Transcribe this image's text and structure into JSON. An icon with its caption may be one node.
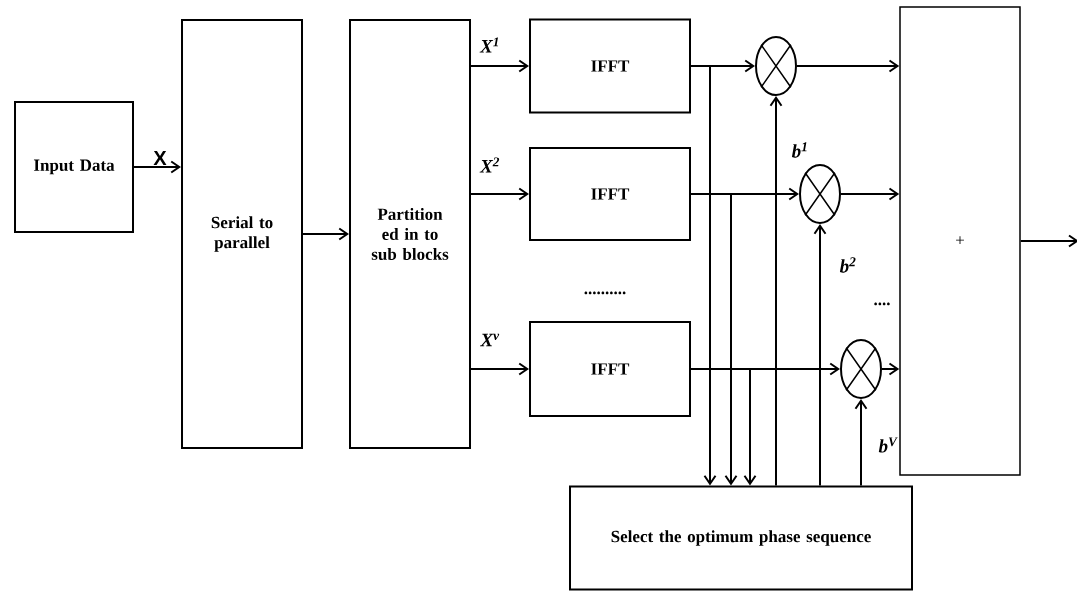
{
  "diagram": {
    "nodes": [
      {
        "text": [
          "Input Data"
        ]
      },
      {
        "text": [
          "Serial to parallel"
        ]
      },
      {
        "text": [
          "Partition ed in to sub blocks"
        ]
      },
      {
        "text": [
          "IFFT"
        ]
      },
      {
        "text": [
          "IFFT"
        ]
      },
      {
        "text": [
          "IFFT"
        ]
      },
      {
        "text": [],
        "shape": "circle"
      },
      {
        "text": [],
        "shape": "circle"
      },
      {
        "text": [],
        "shape": "circle"
      },
      {
        "text": [
          "+"
        ]
      },
      {
        "text": [
          "Select the optimum phase sequence"
        ]
      }
    ],
    "edges": [
      {
        "from": 0,
        "to": 1,
        "arrow": "to",
        "label": "X"
      },
      {
        "from": 1,
        "to": 2,
        "arrow": "to"
      },
      {
        "from": 2,
        "to": 3,
        "arrow": "to",
        "label": "X$^{1}$"
      },
      {
        "from": 2,
        "to": 4,
        "arrow": "to",
        "label": "X$^{2}$"
      },
      {
        "from": 2,
        "to": 5,
        "arrow": "to",
        "label": "X$^{v}$"
      },
      {
        "from": 3,
        "to": 6,
        "arrow": "to"
      },
      {
        "from": 4,
        "to": 7,
        "arrow": "to"
      },
      {
        "from": 5,
        "to": 8,
        "arrow": "to"
      },
      {
        "from": 6,
        "to": 9,
        "arrow": "to"
      },
      {
        "from": 7,
        "to": 9,
        "arrow": "to"
      },
      {
        "from": 8,
        "to": 9,
        "arrow": "to"
      },
      {
        "from": 9,
        "to": null,
        "arrow": "to"
      },
      {
        "from": 3,
        "to": 10,
        "arrow": "to"
      },
      {
        "from": 4,
        "to": 10,
        "arrow": "to"
      },
      {
        "from": 5,
        "to": 10,
        "arrow": "to"
      },
      {
        "from": 10,
        "to": 6,
        "arrow": "to",
        "label": "b$^{1}$"
      },
      {
        "from": 10,
        "to": 7,
        "arrow": "to",
        "label": "b$^{2}$"
      },
      {
        "from": 10,
        "to": 8,
        "arrow": "to",
        "label": "b$^{V}$"
      }
    ],
    "labels": [
      "..........",
      "...."
    ]
  }
}
